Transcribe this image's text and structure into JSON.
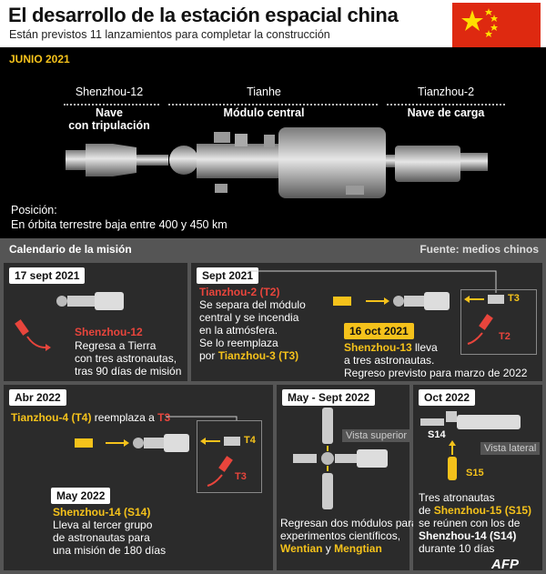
{
  "header": {
    "title": "El desarrollo de la estación espacial china",
    "subtitle": "Están previstos 11 lanzamientos para completar la construcción"
  },
  "top": {
    "month": "JUNIO 2021",
    "modules": [
      {
        "name": "Shenzhou-12",
        "desc1": "Nave",
        "desc2": "con tripulación"
      },
      {
        "name": "Tianhe",
        "desc1": "Módulo central",
        "desc2": ""
      },
      {
        "name": "Tianzhou-2",
        "desc1": "Nave de carga",
        "desc2": ""
      }
    ],
    "position_label": "Posición:",
    "position_value": "En órbita terrestre baja entre 400 y 450 km"
  },
  "calendar": {
    "title": "Calendario de la misión",
    "source": "Fuente: medios chinos"
  },
  "cards": {
    "c1": {
      "date": "17 sept 2021",
      "ship": "Shenzhou-12",
      "l1": "Regresa a Tierra",
      "l2": "con tres astronautas,",
      "l3": "tras 90 días de misión"
    },
    "c2": {
      "date": "Sept 2021",
      "ship": "Tianzhou-2 (T2)",
      "l1": "Se separa del módulo",
      "l2": "central y se incendia",
      "l3": "en la atmósfera.",
      "l4": "Se lo reemplaza",
      "l5a": "por ",
      "l5b": "Tianzhou-3 (T3)",
      "t3": "T3",
      "t2": "T2",
      "date2": "16 oct 2021",
      "ship2": "Shenzhou-13",
      "ship2_suffix": " lleva",
      "m1": "a tres astronautas.",
      "m2": "Regreso previsto para marzo de 2022"
    },
    "c3": {
      "date": "Abr 2022",
      "ship": "Tianzhou-4 (T4)",
      "mid": " reemplaza a ",
      "t3": "T3",
      "t4": "T4",
      "t3b": "T3",
      "date2": "May 2022",
      "ship2": "Shenzhou-14 (S14)",
      "m1": "Lleva al tercer grupo",
      "m2": "de astronautas para",
      "m3": "una misión de 180 días"
    },
    "c4": {
      "date": "May - Sept 2022",
      "view": "Vista superior",
      "l1": "Regresan dos módulos para",
      "l2": "experimentos científicos,",
      "m1": "Wentian",
      "and": " y ",
      "m2": "Mengtian"
    },
    "c5": {
      "date": "Oct 2022",
      "s14": "S14",
      "view": "Vista lateral",
      "s15": "S15",
      "l1": "Tres atronautas",
      "l2a": "de ",
      "l2b": "Shenzhou-15 (S15)",
      "l3": "se reúnen con los de",
      "l4": "Shenzhou-14 (S14)",
      "l5": "durante 10 días"
    }
  },
  "credit": "AFP",
  "colors": {
    "accent": "#f5c21b",
    "red": "#e8453c",
    "flag": "#de2910"
  }
}
